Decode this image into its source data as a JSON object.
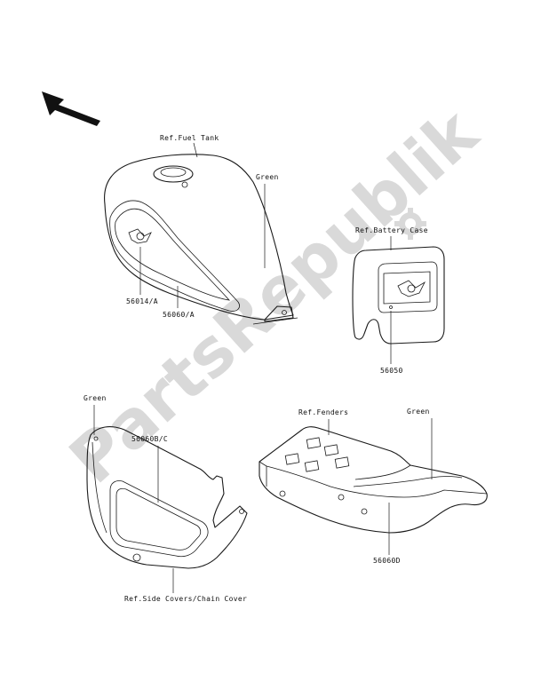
{
  "labels": {
    "ref_fuel_tank": "Ref.Fuel Tank",
    "green_tank": "Green",
    "part_56014a": "56014/A",
    "part_56060a": "56060/A",
    "ref_battery_case": "Ref.Battery Case",
    "part_56050": "56050",
    "green_side": "Green",
    "part_56060bc": "56060B/C",
    "ref_fenders": "Ref.Fenders",
    "green_fender": "Green",
    "part_56060d": "56060D",
    "ref_side_covers": "Ref.Side Covers/Chain Cover"
  },
  "watermark": "PartsRepublik",
  "icons": [
    "direction-arrow-icon",
    "gear-icon"
  ],
  "colors": {
    "line": "#1a1a1a",
    "watermark": "#d9d9d9"
  }
}
